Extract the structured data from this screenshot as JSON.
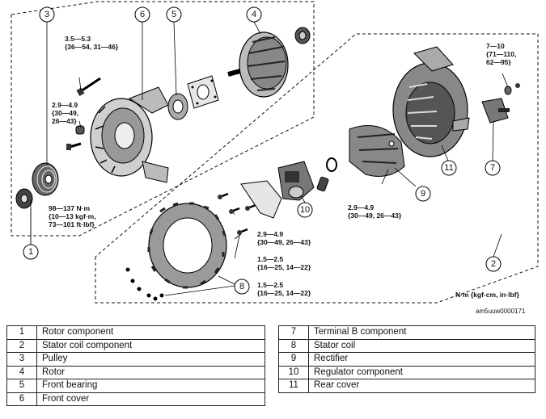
{
  "torques": {
    "t1": [
      "3.5—5.3",
      "{36—54, 31—46}"
    ],
    "t2": [
      "2.9—4.9",
      "{30—49,",
      "26—43}"
    ],
    "t3": [
      "98—137 N·m",
      "{10—13 kgf·m,",
      "73—101 ft·lbf}"
    ],
    "t4": [
      "7—10",
      "{71—110,",
      "62—95}"
    ],
    "t5": [
      "2.9—4.9",
      "{30—49, 26—43}"
    ],
    "t6": [
      "2.9—4.9",
      "{30—49, 26—43}"
    ],
    "t7": [
      "1.5—2.5",
      "{16—25, 14—22}"
    ],
    "t8": [
      "1.5—2.5",
      "{16—25, 14—22}"
    ]
  },
  "units_note": "N·m {kgf·cm, in·lbf}",
  "figure_code": "am5uuw0000171",
  "callouts": [
    "1",
    "2",
    "3",
    "4",
    "5",
    "6",
    "7",
    "8",
    "9",
    "10",
    "11"
  ],
  "legend_left": [
    {
      "num": "1",
      "name": "Rotor component"
    },
    {
      "num": "2",
      "name": "Stator coil component"
    },
    {
      "num": "3",
      "name": "Pulley"
    },
    {
      "num": "4",
      "name": "Rotor"
    },
    {
      "num": "5",
      "name": "Front bearing"
    },
    {
      "num": "6",
      "name": "Front cover"
    }
  ],
  "legend_right": [
    {
      "num": "7",
      "name": "Terminal B component"
    },
    {
      "num": "8",
      "name": "Stator coil"
    },
    {
      "num": "9",
      "name": "Rectifier"
    },
    {
      "num": "10",
      "name": "Regulator component"
    },
    {
      "num": "11",
      "name": "Rear cover"
    }
  ]
}
